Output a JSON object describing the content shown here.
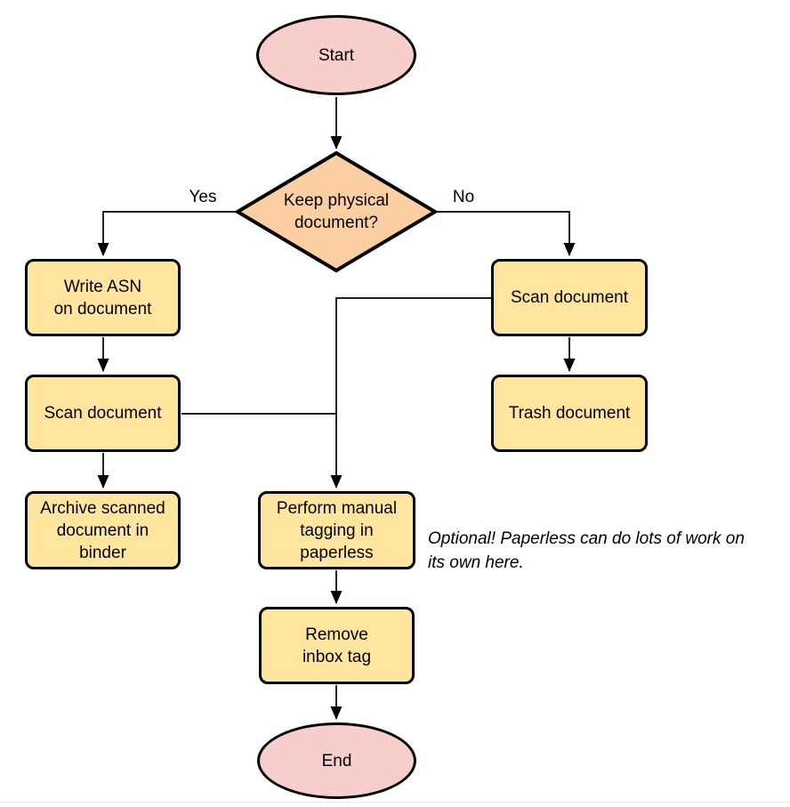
{
  "flowchart": {
    "type": "flowchart",
    "nodes": {
      "start": {
        "shape": "terminal",
        "label": "Start"
      },
      "decision": {
        "shape": "decision",
        "label": "Keep physical\ndocument?"
      },
      "write_asn": {
        "shape": "process",
        "label": "Write ASN\non document"
      },
      "scan_left": {
        "shape": "process",
        "label": "Scan document"
      },
      "archive": {
        "shape": "process",
        "label": "Archive scanned\ndocument in\nbinder"
      },
      "scan_right": {
        "shape": "process",
        "label": "Scan document"
      },
      "trash": {
        "shape": "process",
        "label": "Trash document"
      },
      "tagging": {
        "shape": "process",
        "label": "Perform manual\ntagging in\npaperless"
      },
      "remove_inbox": {
        "shape": "process",
        "label": "Remove\ninbox tag"
      },
      "end": {
        "shape": "terminal",
        "label": "End"
      }
    },
    "edges": [
      {
        "from": "start",
        "to": "decision",
        "label": ""
      },
      {
        "from": "decision",
        "to": "write_asn",
        "label": "Yes"
      },
      {
        "from": "decision",
        "to": "scan_right",
        "label": "No"
      },
      {
        "from": "write_asn",
        "to": "scan_left",
        "label": ""
      },
      {
        "from": "scan_left",
        "to": "archive",
        "label": ""
      },
      {
        "from": "scan_left",
        "to": "tagging",
        "label": ""
      },
      {
        "from": "scan_right",
        "to": "trash",
        "label": ""
      },
      {
        "from": "scan_right",
        "to": "tagging",
        "label": ""
      },
      {
        "from": "tagging",
        "to": "remove_inbox",
        "label": ""
      },
      {
        "from": "remove_inbox",
        "to": "end",
        "label": ""
      }
    ],
    "note": {
      "text": "Optional! Paperless can do lots of work on\nits own here."
    },
    "colors": {
      "terminal_fill": "#F8CECC",
      "decision_fill": "#FCCFA2",
      "process_fill": "#FFE59E",
      "stroke": "#000000",
      "background": "#FFFFFF"
    }
  }
}
